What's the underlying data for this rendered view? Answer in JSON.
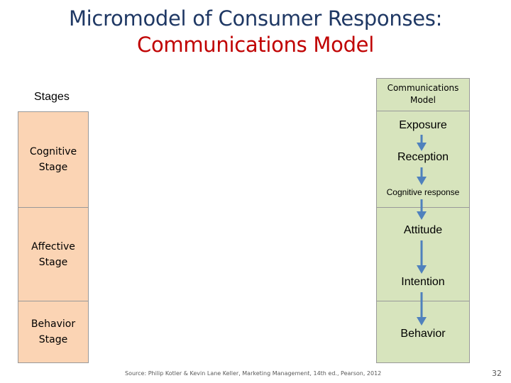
{
  "title": {
    "line1": "Micromodel of Consumer Responses:",
    "line2": "Communications Model"
  },
  "stages": {
    "header": "Stages",
    "cognitive": [
      "Cognitive",
      "Stage"
    ],
    "affective": [
      "Affective",
      "Stage"
    ],
    "behavior": [
      "Behavior",
      "Stage"
    ]
  },
  "model": {
    "header": [
      "Communications",
      "Model"
    ],
    "steps": [
      "Exposure",
      "Reception",
      "Cognitive response",
      "Attitude",
      "Intention",
      "Behavior"
    ]
  },
  "colors": {
    "title_primary": "#1f3864",
    "title_accent": "#c00000",
    "stage_fill": "#fbd4b4",
    "model_fill": "#d7e4bd",
    "arrow": "#4f81bd"
  },
  "footer": {
    "source": "Source: Philip Kotler & Kevin Lane Keller, Marketing Management, 14th ed., Pearson, 2012",
    "page_number": "32"
  }
}
